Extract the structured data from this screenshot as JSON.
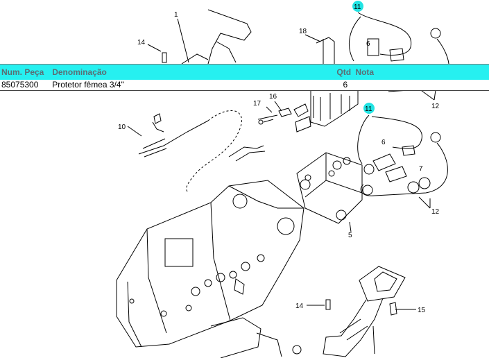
{
  "colors": {
    "header_bg": "#26f0f0",
    "header_text": "#5a6e74",
    "highlight_badge": "#21e3e3"
  },
  "diagram": {
    "callouts": [
      "1",
      "14",
      "18",
      "11",
      "6",
      "12",
      "16",
      "17",
      "10",
      "11",
      "6",
      "7",
      "12",
      "5",
      "14",
      "15"
    ]
  },
  "table": {
    "headers": {
      "num": "Num. Peça",
      "denominacao": "Denominação",
      "qtd": "Qtd",
      "nota": "Nota"
    },
    "rows": [
      {
        "num": "85075300",
        "denominacao": "Protetor fêmea 3/4\"",
        "qtd": "6",
        "nota": ""
      }
    ]
  }
}
